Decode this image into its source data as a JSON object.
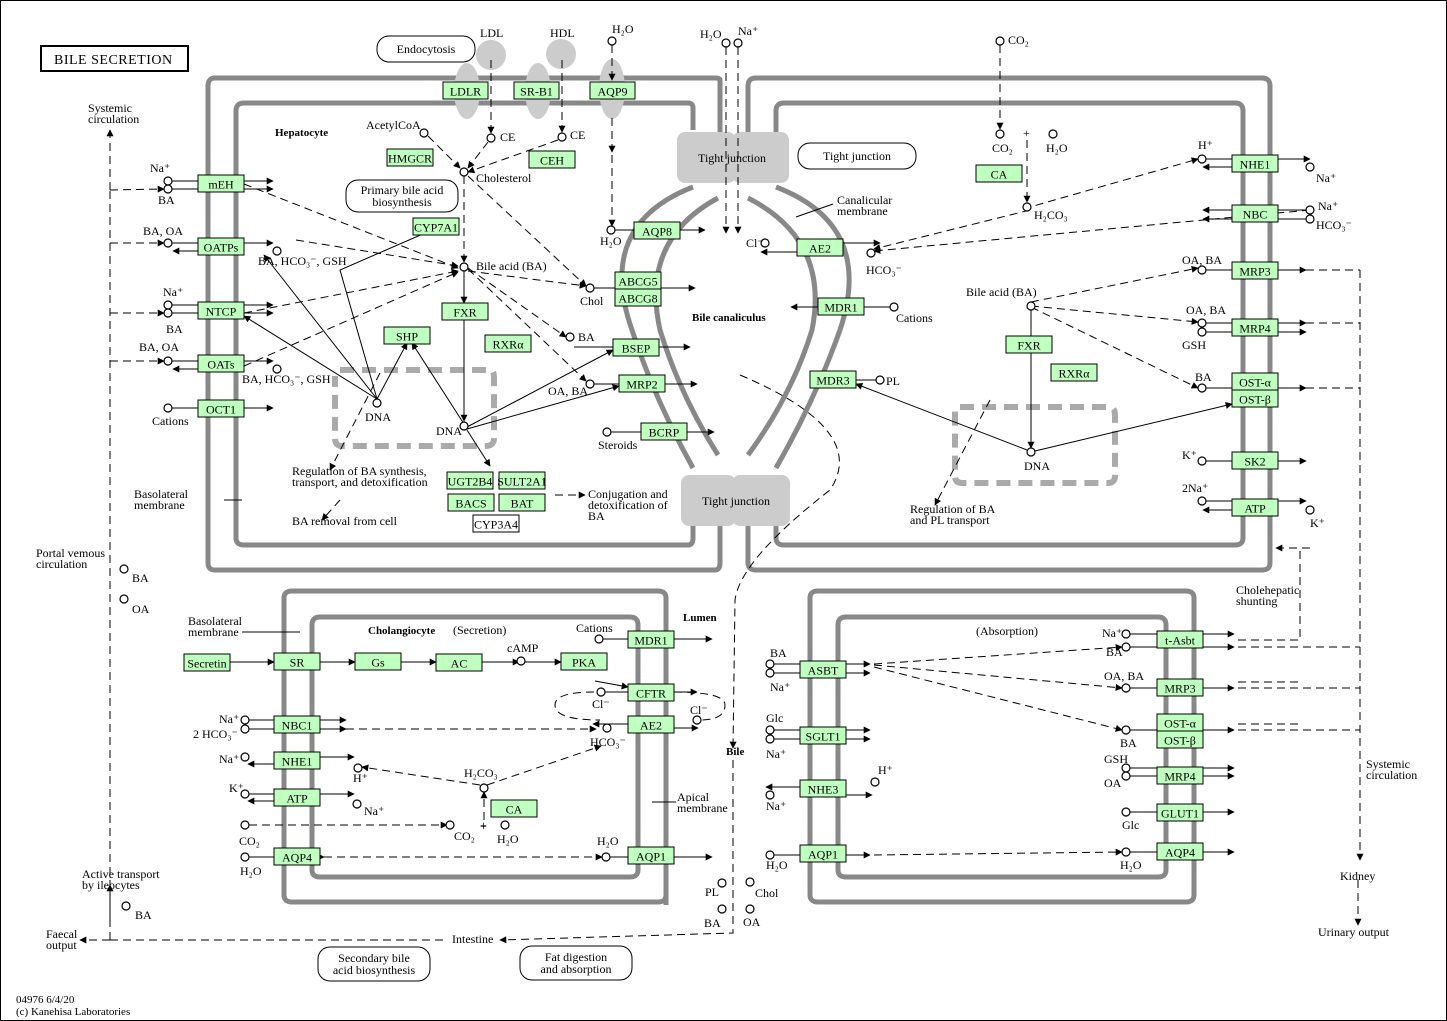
{
  "title": "BILE SECRETION",
  "footer": {
    "id_date": "04976 6/4/20",
    "copyright": "(c) Kanehisa Laboratories"
  },
  "colors": {
    "gene_fill": "#bfffbf",
    "membrane": "#888888",
    "tight_junction": "#cccccc"
  },
  "map_links": [
    {
      "label": "Endocytosis"
    },
    {
      "label": "Primary bile acid biosynthesis"
    },
    {
      "label": "Tight junction"
    },
    {
      "label": "Secondary bile acid biosynthesis"
    },
    {
      "label": "Fat digestion and absorption"
    }
  ],
  "tight_junction_labels": [
    "Tight junction",
    "Tight junction"
  ],
  "regions": {
    "hepatocyte": "Hepatocyte",
    "bile_canaliculus": "Bile canaliculus",
    "cholangiocyte": "Cholangiocyte",
    "secretion": "(Secretion)",
    "absorption": "(Absorption)",
    "lumen": "Lumen",
    "bile": "Bile"
  },
  "genes": [
    {
      "id": "LDLR",
      "label": "LDLR"
    },
    {
      "id": "SR-B1",
      "label": "SR-B1"
    },
    {
      "id": "AQP9",
      "label": "AQP9"
    },
    {
      "id": "HMGCR",
      "label": "HMGCR"
    },
    {
      "id": "CEH",
      "label": "CEH"
    },
    {
      "id": "CYP7A1",
      "label": "CYP7A1"
    },
    {
      "id": "mEH",
      "label": "mEH"
    },
    {
      "id": "OATPs",
      "label": "OATPs"
    },
    {
      "id": "NTCP",
      "label": "NTCP"
    },
    {
      "id": "OATs",
      "label": "OATs"
    },
    {
      "id": "OCT1",
      "label": "OCT1"
    },
    {
      "id": "FXR-h",
      "label": "FXR"
    },
    {
      "id": "SHP",
      "label": "SHP"
    },
    {
      "id": "RXRa-h",
      "label": "RXRα"
    },
    {
      "id": "AQP8",
      "label": "AQP8"
    },
    {
      "id": "ABCG5",
      "label": "ABCG5"
    },
    {
      "id": "ABCG8",
      "label": "ABCG8"
    },
    {
      "id": "BSEP",
      "label": "BSEP"
    },
    {
      "id": "MRP2",
      "label": "MRP2"
    },
    {
      "id": "BCRP",
      "label": "BCRP"
    },
    {
      "id": "UGT2B4",
      "label": "UGT2B4"
    },
    {
      "id": "SULT2A1",
      "label": "SULT2A1"
    },
    {
      "id": "BACS",
      "label": "BACS"
    },
    {
      "id": "BAT",
      "label": "BAT"
    },
    {
      "id": "CYP3A4",
      "label": "CYP3A4"
    },
    {
      "id": "AE2-h",
      "label": "AE2"
    },
    {
      "id": "MDR1-h",
      "label": "MDR1"
    },
    {
      "id": "MDR3",
      "label": "MDR3"
    },
    {
      "id": "CA-h",
      "label": "CA"
    },
    {
      "id": "NHE1-h",
      "label": "NHE1"
    },
    {
      "id": "NBC",
      "label": "NBC"
    },
    {
      "id": "MRP3-h",
      "label": "MRP3"
    },
    {
      "id": "MRP4-h",
      "label": "MRP4"
    },
    {
      "id": "FXR-r",
      "label": "FXR"
    },
    {
      "id": "RXRa-r",
      "label": "RXRα"
    },
    {
      "id": "OSTa-h",
      "label": "OST-α"
    },
    {
      "id": "OSTb-h",
      "label": "OST-β"
    },
    {
      "id": "SK2",
      "label": "SK2"
    },
    {
      "id": "ATP-h",
      "label": "ATP"
    },
    {
      "id": "Secretin",
      "label": "Secretin"
    },
    {
      "id": "SR",
      "label": "SR"
    },
    {
      "id": "Gs",
      "label": "Gs"
    },
    {
      "id": "AC",
      "label": "AC"
    },
    {
      "id": "PKA",
      "label": "PKA"
    },
    {
      "id": "MDR1-c",
      "label": "MDR1"
    },
    {
      "id": "CFTR",
      "label": "CFTR"
    },
    {
      "id": "AE2-c",
      "label": "AE2"
    },
    {
      "id": "NBC1",
      "label": "NBC1"
    },
    {
      "id": "NHE1-c",
      "label": "NHE1"
    },
    {
      "id": "ATP-c",
      "label": "ATP"
    },
    {
      "id": "CA-c",
      "label": "CA"
    },
    {
      "id": "AQP4-c",
      "label": "AQP4"
    },
    {
      "id": "AQP1-c",
      "label": "AQP1"
    },
    {
      "id": "ASBT",
      "label": "ASBT"
    },
    {
      "id": "SGLT1",
      "label": "SGLT1"
    },
    {
      "id": "NHE3",
      "label": "NHE3"
    },
    {
      "id": "AQP1-a",
      "label": "AQP1"
    },
    {
      "id": "t-Asbt",
      "label": "t-Asbt"
    },
    {
      "id": "MRP3-a",
      "label": "MRP3"
    },
    {
      "id": "OSTa-a",
      "label": "OST-α"
    },
    {
      "id": "OSTb-a",
      "label": "OST-β"
    },
    {
      "id": "MRP4-a",
      "label": "MRP4"
    },
    {
      "id": "GLUT1",
      "label": "GLUT1"
    },
    {
      "id": "AQP4-a",
      "label": "AQP4"
    }
  ],
  "labels": [
    {
      "t": "LDL"
    },
    {
      "t": "HDL"
    },
    {
      "t": "H₂O"
    },
    {
      "t": "H₂O"
    },
    {
      "t": "Na⁺"
    },
    {
      "t": "CO₂"
    },
    {
      "t": "Systemic circulation"
    },
    {
      "t": "AcetylCoA"
    },
    {
      "t": "CE"
    },
    {
      "t": "CE"
    },
    {
      "t": "Cholesterol"
    },
    {
      "t": "Na⁺"
    },
    {
      "t": "BA"
    },
    {
      "t": "BA, OA"
    },
    {
      "t": "BA, HCO₃⁻, GSH"
    },
    {
      "t": "Bile acid (BA)"
    },
    {
      "t": "Na⁺"
    },
    {
      "t": "BA"
    },
    {
      "t": "BA, OA"
    },
    {
      "t": "BA, HCO₃⁻, GSH"
    },
    {
      "t": "Cations"
    },
    {
      "t": "DNA"
    },
    {
      "t": "DNA"
    },
    {
      "t": "Chol"
    },
    {
      "t": "BA"
    },
    {
      "t": "OA, BA"
    },
    {
      "t": "Steroids"
    },
    {
      "t": "H₂O"
    },
    {
      "t": "Cl⁻"
    },
    {
      "t": "HCO₃⁻"
    },
    {
      "t": "Cations"
    },
    {
      "t": "PL"
    },
    {
      "t": "Canalicular membrane"
    },
    {
      "t": "CO₂"
    },
    {
      "t": "+"
    },
    {
      "t": "H₂O"
    },
    {
      "t": "H₂CO₃"
    },
    {
      "t": "H⁺"
    },
    {
      "t": "Na⁺"
    },
    {
      "t": "Na⁺"
    },
    {
      "t": "HCO₃⁻"
    },
    {
      "t": "OA, BA"
    },
    {
      "t": "Bile acid (BA)"
    },
    {
      "t": "OA, BA"
    },
    {
      "t": "GSH"
    },
    {
      "t": "BA"
    },
    {
      "t": "DNA"
    },
    {
      "t": "K⁺"
    },
    {
      "t": "2Na⁺"
    },
    {
      "t": "K⁺"
    },
    {
      "t": "Regulation of BA synthesis, transport, and detoxification"
    },
    {
      "t": "BA removal from cell"
    },
    {
      "t": "Conjugation and detoxification of BA"
    },
    {
      "t": "Regulation of BA and PL transport"
    },
    {
      "t": "Basolateral membrane"
    },
    {
      "t": "Portal vemous circulation"
    },
    {
      "t": "BA"
    },
    {
      "t": "OA"
    },
    {
      "t": "Basolateral membrane"
    },
    {
      "t": "cAMP"
    },
    {
      "t": "Cations"
    },
    {
      "t": "Na⁺"
    },
    {
      "t": "2 HCO₃⁻"
    },
    {
      "t": "Na⁺"
    },
    {
      "t": "H⁺"
    },
    {
      "t": "K⁺"
    },
    {
      "t": "Na⁺"
    },
    {
      "t": "H₂CO₃"
    },
    {
      "t": "Cl⁻"
    },
    {
      "t": "Cl⁻"
    },
    {
      "t": "HCO₃⁻"
    },
    {
      "t": "CO₂"
    },
    {
      "t": "CO₂"
    },
    {
      "t": "+"
    },
    {
      "t": "H₂O"
    },
    {
      "t": "H₂O"
    },
    {
      "t": "H₂O"
    },
    {
      "t": "Apical membrane"
    },
    {
      "t": "+"
    },
    {
      "t": "BA"
    },
    {
      "t": "Na⁺"
    },
    {
      "t": "Glc"
    },
    {
      "t": "Na⁺"
    },
    {
      "t": "H⁺"
    },
    {
      "t": "Na⁺"
    },
    {
      "t": "H₂O"
    },
    {
      "t": "Na⁺"
    },
    {
      "t": "BA"
    },
    {
      "t": "OA, BA"
    },
    {
      "t": "BA"
    },
    {
      "t": "GSH"
    },
    {
      "t": "OA"
    },
    {
      "t": "Glc"
    },
    {
      "t": "H₂O"
    },
    {
      "t": "Cholehepatic shunting"
    },
    {
      "t": "Systemic circulation"
    },
    {
      "t": "Kidney"
    },
    {
      "t": "Urinary output"
    },
    {
      "t": "PL"
    },
    {
      "t": "Chol"
    },
    {
      "t": "BA"
    },
    {
      "t": "OA"
    },
    {
      "t": "Active transport by ileocytes"
    },
    {
      "t": "BA"
    },
    {
      "t": "Faecal output"
    },
    {
      "t": "Intestine"
    }
  ]
}
